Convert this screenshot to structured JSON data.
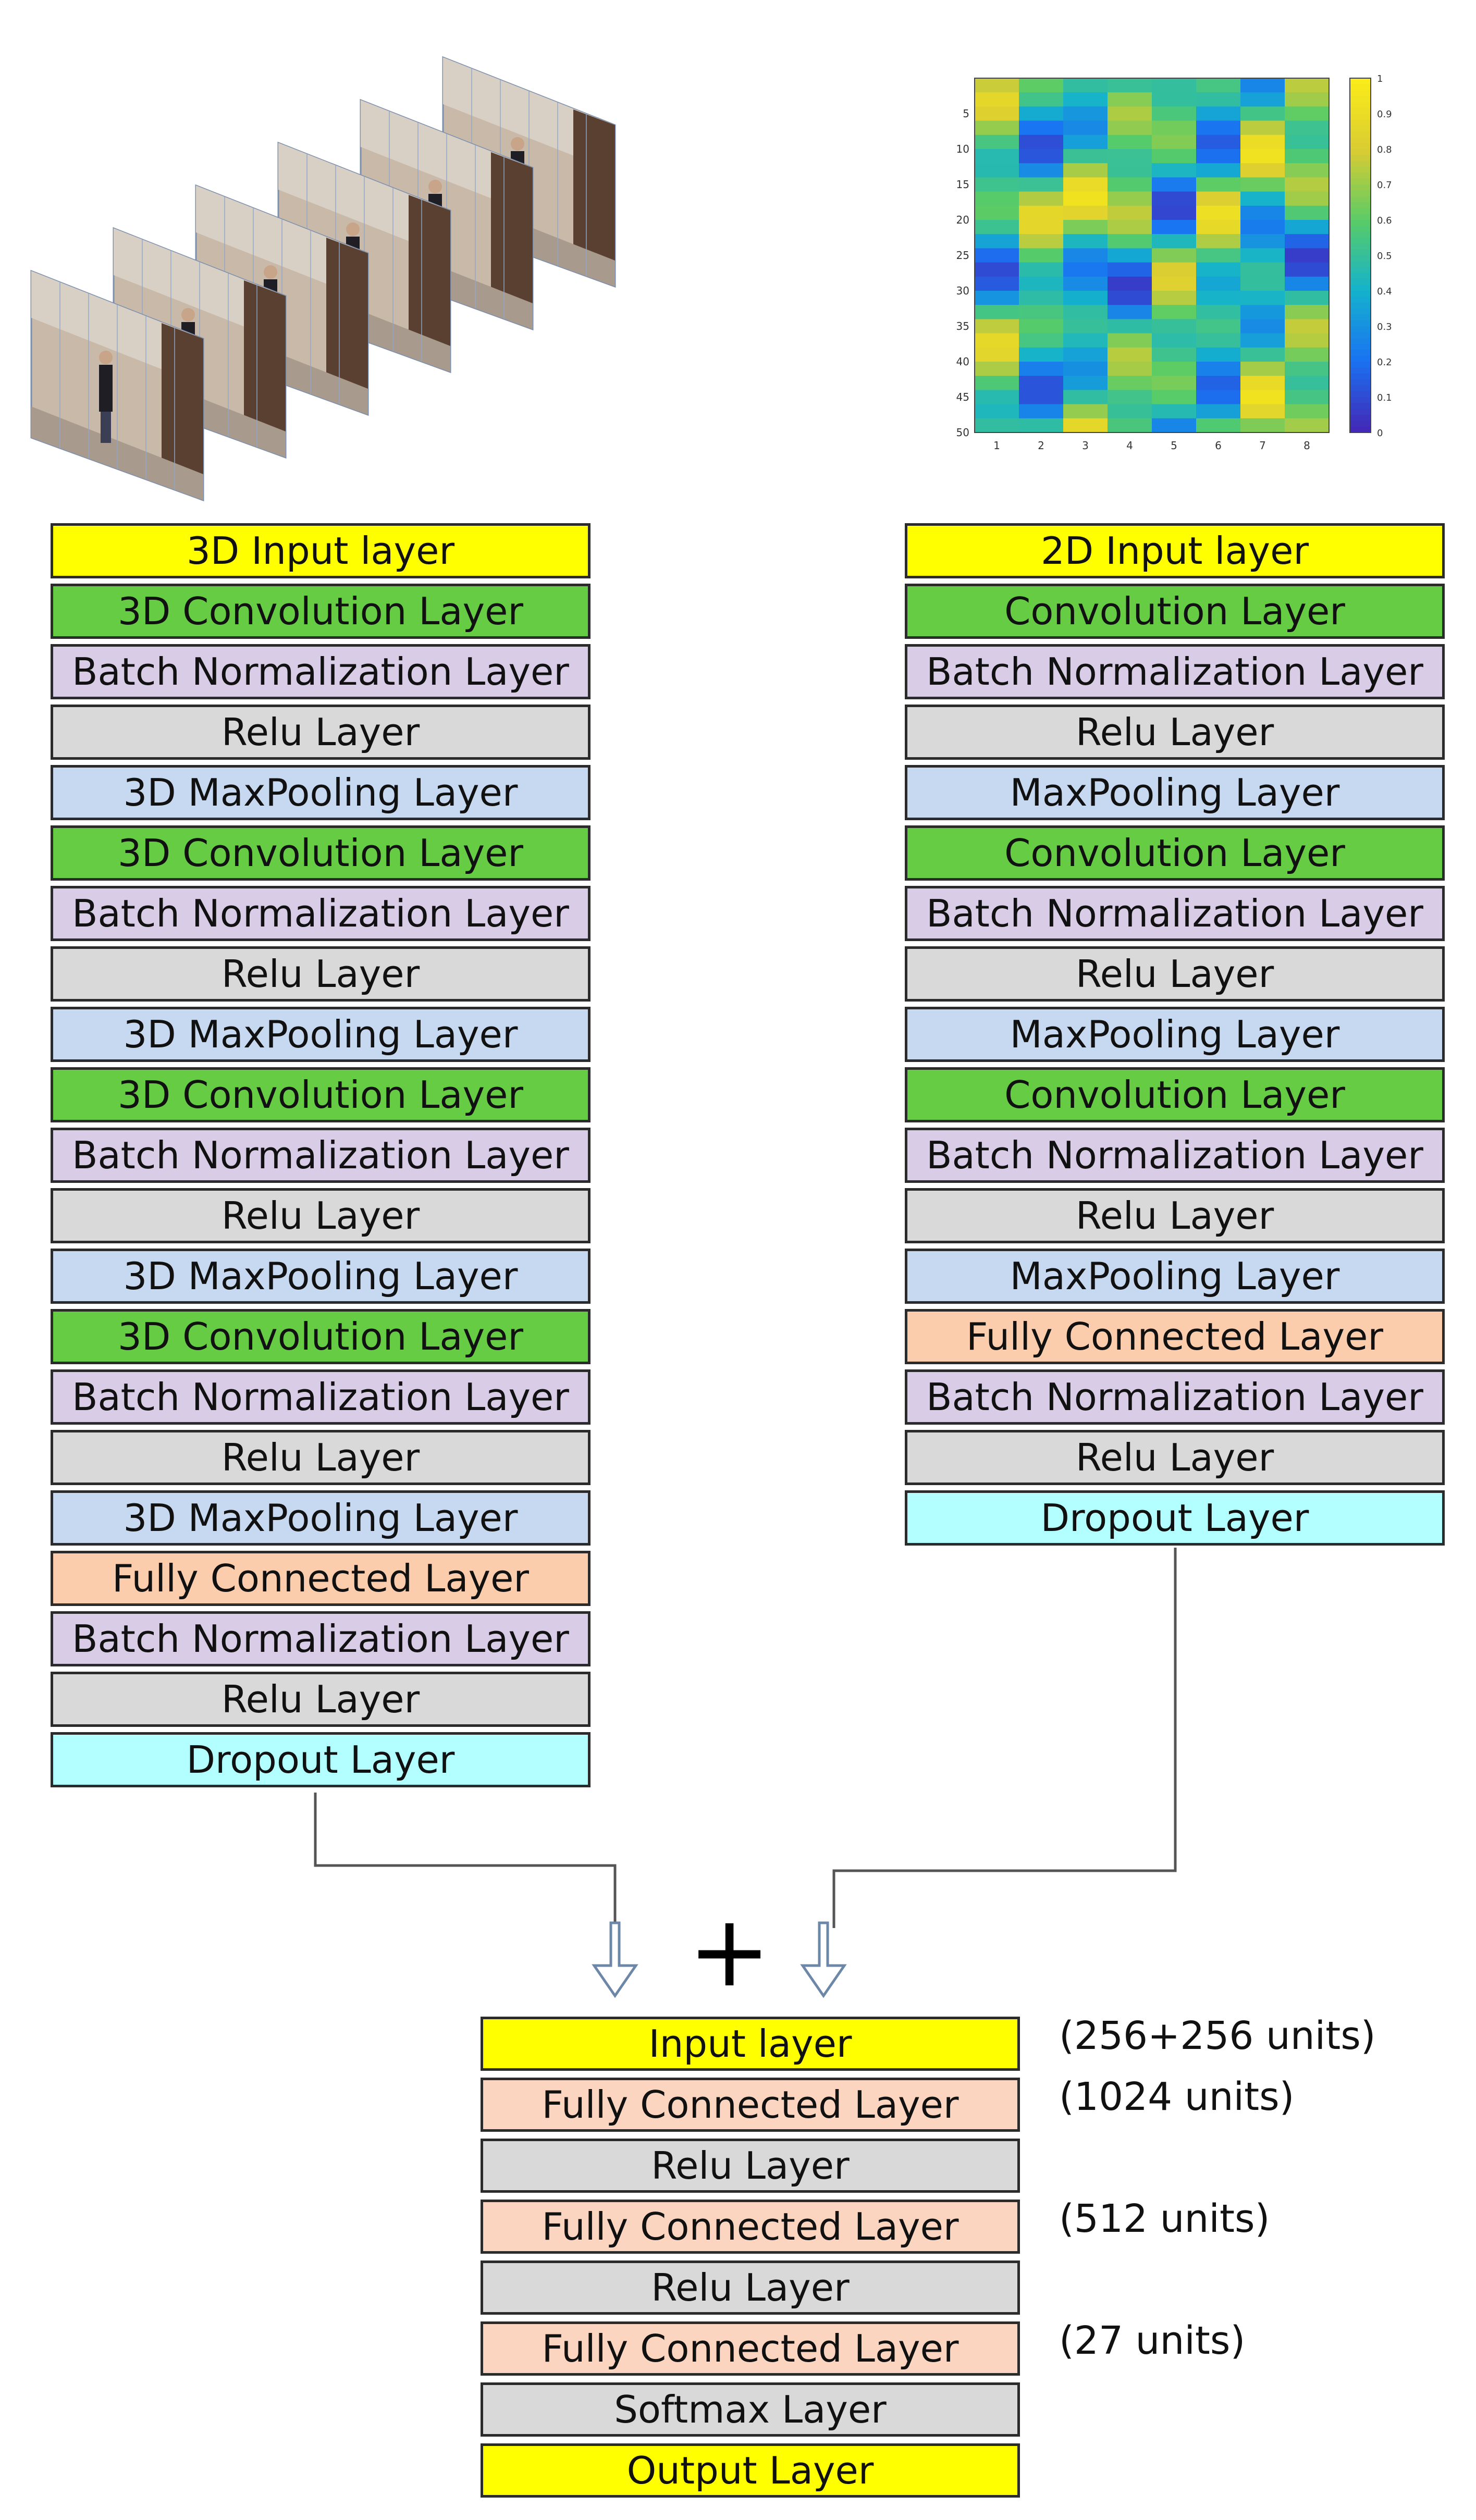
{
  "colors": {
    "input": "#ffff00",
    "conv": "#66cc44",
    "bn": "#d9cce6",
    "relu": "#d9d9d9",
    "pool": "#c6d9f1",
    "fc": "#fbcdac",
    "dropout": "#b3ffff",
    "fcb": "#fbd5c0"
  },
  "video_frames_icon": "video-frame-stack",
  "heatmap": {
    "y_ticks": [
      "5",
      "10",
      "15",
      "20",
      "25",
      "30",
      "35",
      "40",
      "45",
      "50"
    ],
    "x_ticks": [
      "1",
      "2",
      "3",
      "4",
      "5",
      "6",
      "7",
      "8"
    ],
    "colorbar_ticks": [
      "1",
      "0.9",
      "0.8",
      "0.7",
      "0.6",
      "0.5",
      "0.4",
      "0.3",
      "0.2",
      "0.1",
      "0"
    ]
  },
  "left_stack": [
    {
      "label": "3D Input layer",
      "kind": "input"
    },
    {
      "label": "3D Convolution Layer",
      "kind": "conv"
    },
    {
      "label": "Batch Normalization Layer",
      "kind": "bn"
    },
    {
      "label": "Relu Layer",
      "kind": "relu"
    },
    {
      "label": "3D MaxPooling Layer",
      "kind": "pool"
    },
    {
      "label": "3D Convolution Layer",
      "kind": "conv"
    },
    {
      "label": "Batch Normalization Layer",
      "kind": "bn"
    },
    {
      "label": "Relu Layer",
      "kind": "relu"
    },
    {
      "label": "3D MaxPooling Layer",
      "kind": "pool"
    },
    {
      "label": "3D Convolution Layer",
      "kind": "conv"
    },
    {
      "label": "Batch Normalization Layer",
      "kind": "bn"
    },
    {
      "label": "Relu Layer",
      "kind": "relu"
    },
    {
      "label": "3D MaxPooling Layer",
      "kind": "pool"
    },
    {
      "label": "3D Convolution Layer",
      "kind": "conv"
    },
    {
      "label": "Batch Normalization Layer",
      "kind": "bn"
    },
    {
      "label": "Relu Layer",
      "kind": "relu"
    },
    {
      "label": "3D MaxPooling Layer",
      "kind": "pool"
    },
    {
      "label": "Fully Connected Layer",
      "kind": "fc"
    },
    {
      "label": "Batch Normalization Layer",
      "kind": "bn"
    },
    {
      "label": "Relu Layer",
      "kind": "relu"
    },
    {
      "label": "Dropout Layer",
      "kind": "dropout"
    }
  ],
  "right_stack": [
    {
      "label": "2D Input layer",
      "kind": "input"
    },
    {
      "label": "Convolution Layer",
      "kind": "conv"
    },
    {
      "label": "Batch Normalization Layer",
      "kind": "bn"
    },
    {
      "label": "Relu Layer",
      "kind": "relu"
    },
    {
      "label": "MaxPooling Layer",
      "kind": "pool"
    },
    {
      "label": "Convolution Layer",
      "kind": "conv"
    },
    {
      "label": "Batch Normalization Layer",
      "kind": "bn"
    },
    {
      "label": "Relu Layer",
      "kind": "relu"
    },
    {
      "label": "MaxPooling Layer",
      "kind": "pool"
    },
    {
      "label": "Convolution Layer",
      "kind": "conv"
    },
    {
      "label": "Batch Normalization Layer",
      "kind": "bn"
    },
    {
      "label": "Relu Layer",
      "kind": "relu"
    },
    {
      "label": "MaxPooling Layer",
      "kind": "pool"
    },
    {
      "label": "Fully Connected Layer",
      "kind": "fc"
    },
    {
      "label": "Batch Normalization Layer",
      "kind": "bn"
    },
    {
      "label": "Relu Layer",
      "kind": "relu"
    },
    {
      "label": "Dropout Layer",
      "kind": "dropout"
    }
  ],
  "merge_symbol": "+",
  "bottom_stack": [
    {
      "label": "Input layer",
      "kind": "input",
      "units": "(256+256 units)"
    },
    {
      "label": "Fully Connected Layer",
      "kind": "fcb",
      "units": "(1024 units)"
    },
    {
      "label": "Relu Layer",
      "kind": "relu",
      "units": ""
    },
    {
      "label": "Fully Connected Layer",
      "kind": "fcb",
      "units": "(512 units)"
    },
    {
      "label": "Relu Layer",
      "kind": "relu",
      "units": ""
    },
    {
      "label": "Fully Connected Layer",
      "kind": "fcb",
      "units": "(27 units)"
    },
    {
      "label": "Softmax Layer",
      "kind": "relu",
      "units": ""
    },
    {
      "label": "Output Layer",
      "kind": "input",
      "units": ""
    }
  ]
}
